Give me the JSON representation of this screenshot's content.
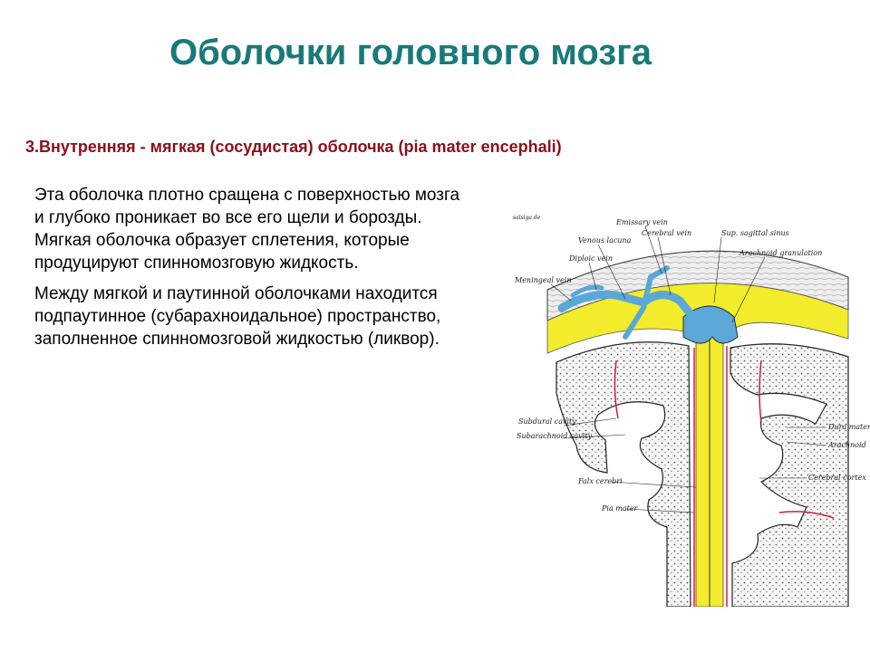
{
  "title": "Оболочки головного мозга",
  "subtitle": "3.Внутренняя - мягкая (сосудистая) оболочка (pia mater encephali)",
  "paragraphs": [
    "Эта оболочка плотно сращена с поверхностью мозга и глубоко проникает во все его щели и борозды. Мягкая оболочка образует сплетения, которые продуцируют спинномозговую жидкость.",
    "Между мягкой и паутинной оболочками находится подпаутинное (субарахноидальное) пространство, заполненное спинномозговой жидкостью (ликвор)."
  ],
  "diagram": {
    "source_tag": "salsiga.de",
    "labels": {
      "emissary_vein": "Emissary vein",
      "venous_lacuna": "Venous lacuna",
      "cerebral_vein": "Cerebral vein",
      "sup_sagittal_sinus": "Sup. sagittal sinus",
      "diploic_vein": "Diploic vein",
      "arachnoid_granulation": "Arachnoid granulation",
      "meningeal_vein": "Meningeal vein",
      "subdural_cavity": "Subdural cavity",
      "subarachnoid_cavity": "Subarachnoid cavity",
      "dura_mater": "Dura mater",
      "arachnoid": "Arachnoid",
      "falx_cerebri": "Falx cerebri",
      "cerebral_cortex": "Cerebral cortex",
      "pia_mater": "Pia mater"
    },
    "colors": {
      "vein": "#5aa7d8",
      "dura": "#f2ec2c",
      "pia": "#d01c3a",
      "bone": "#ececec",
      "cortex": "#f4f4f4"
    }
  }
}
